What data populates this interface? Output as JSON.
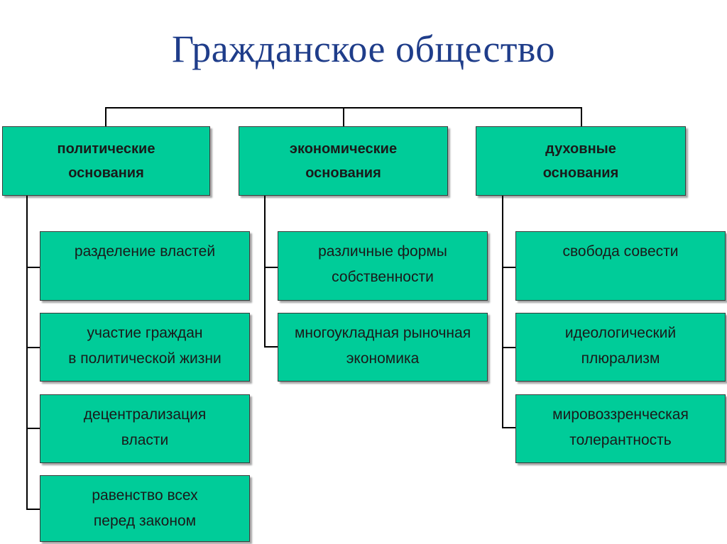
{
  "title": "Гражданское общество",
  "categories": [
    {
      "label": "политические\nоснования",
      "items": [
        "разделение властей",
        "участие граждан\nв политической жизни",
        "децентрализация\nвласти",
        "равенство всех\nперед законом"
      ]
    },
    {
      "label": "экономические\nоснования",
      "items": [
        "различные формы\nсобственности",
        "многоукладная рыночная\nэкономика"
      ]
    },
    {
      "label": "духовные\nоснования",
      "items": [
        "свобода совести",
        "идеологический\nплюрализм",
        "мировоззренческая\nтолерантность"
      ]
    }
  ],
  "colors": {
    "box_fill": "#00cc99",
    "title": "#1f3d8a",
    "line": "#000000"
  }
}
